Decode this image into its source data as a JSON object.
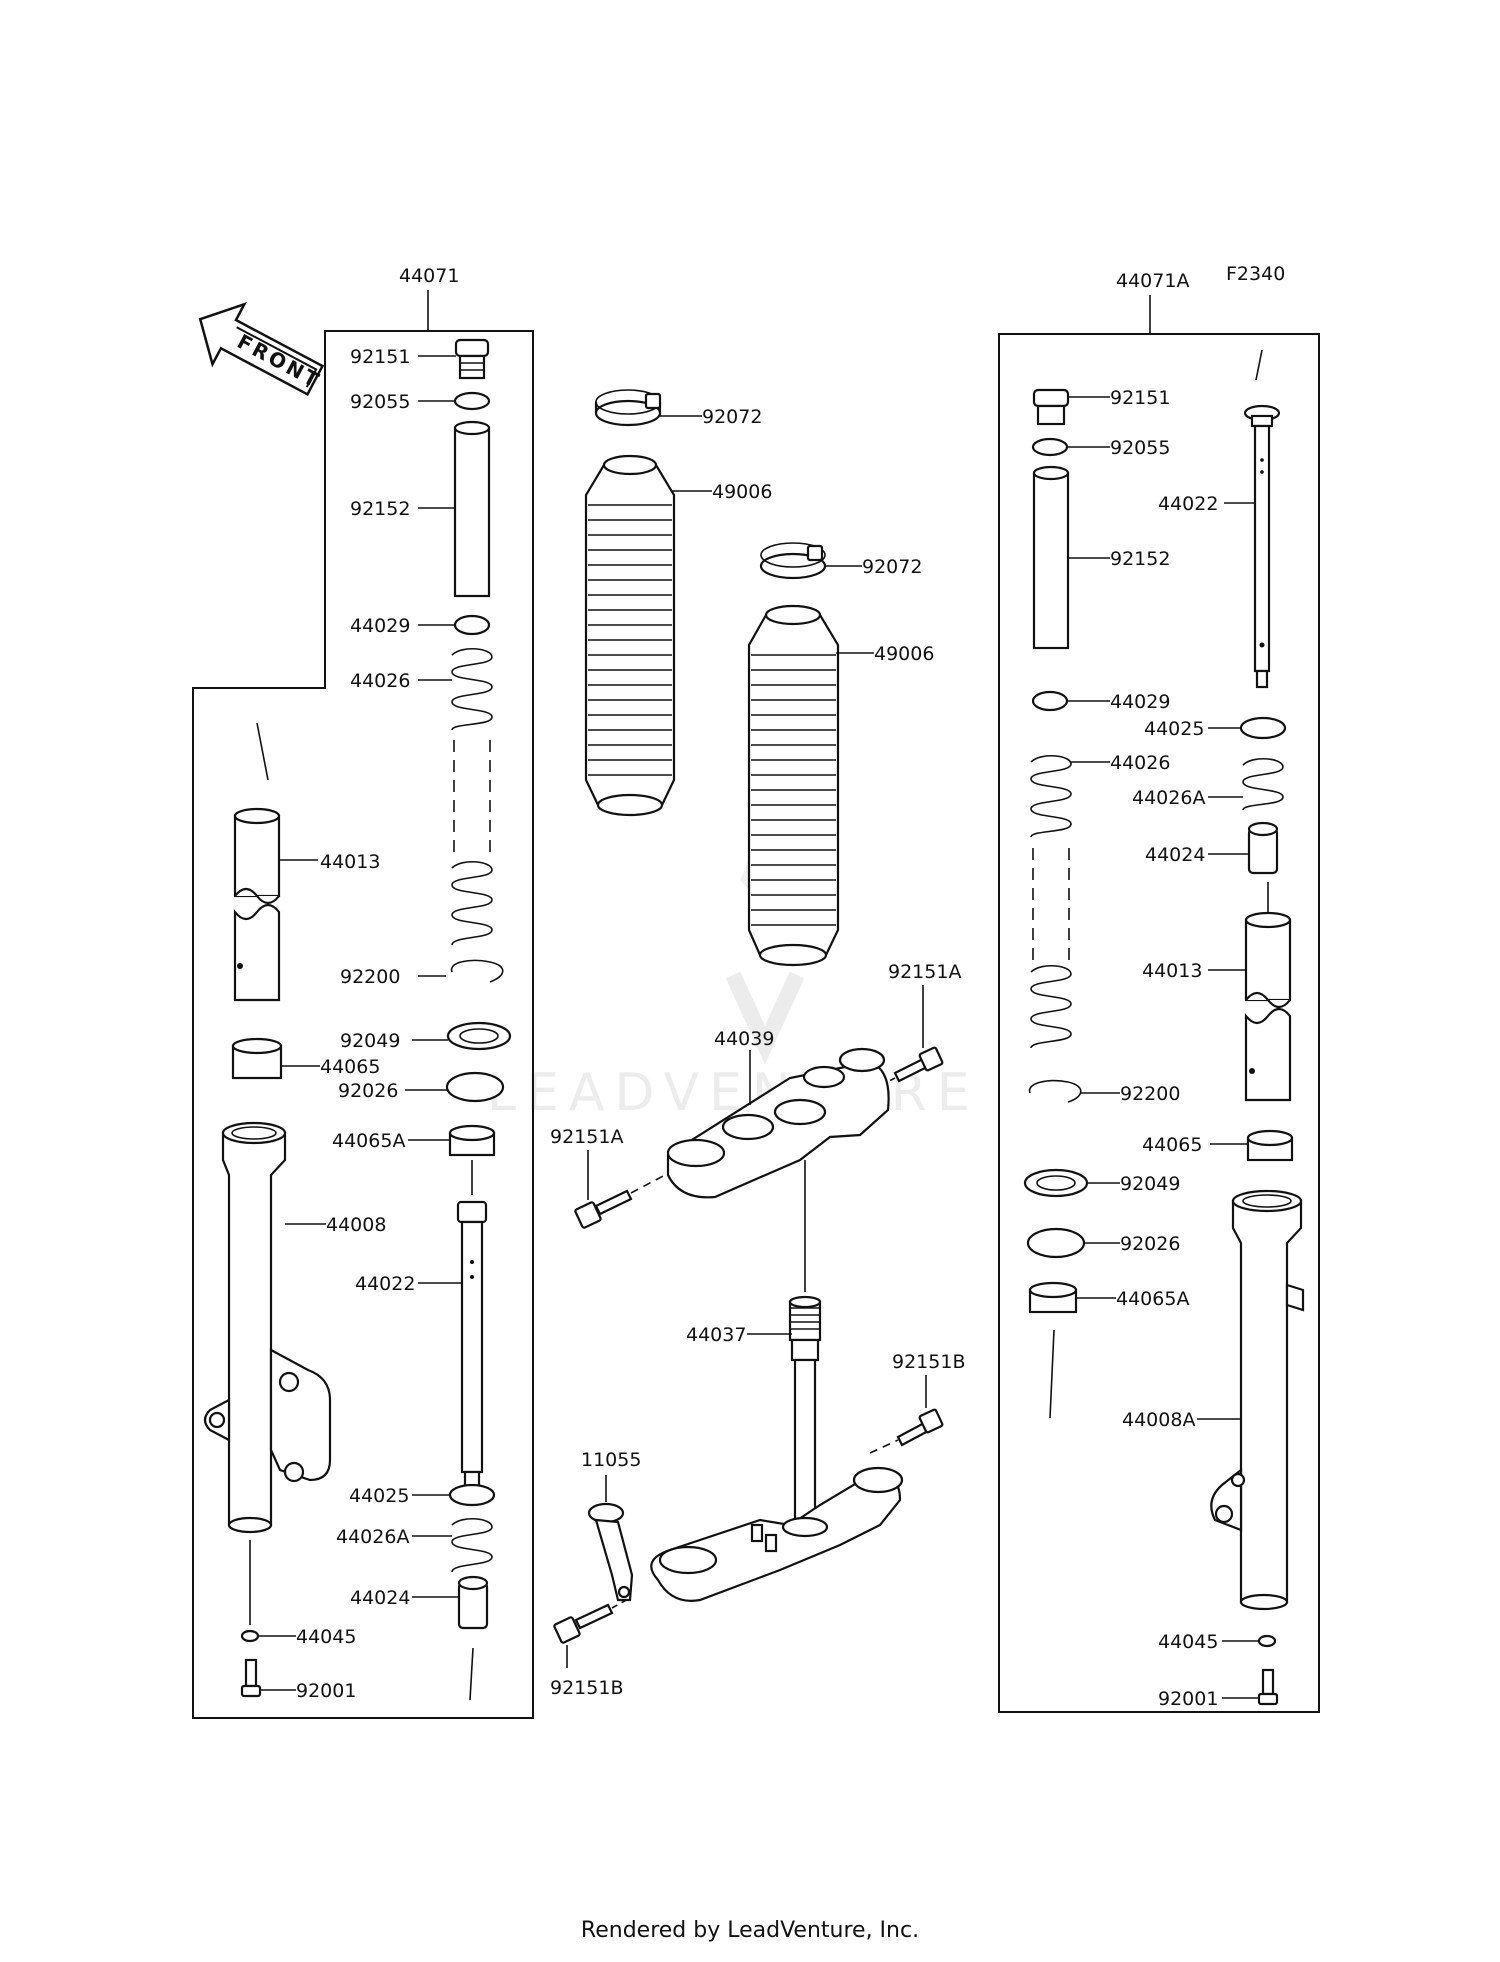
{
  "figure_code": "F2340",
  "front_arrow_label": "FRONT",
  "watermark": "LEADVENTURE",
  "footer": "Rendered by LeadVenture, Inc.",
  "assembly_left": "44071",
  "assembly_right": "44071A",
  "left": {
    "cap_bolt": "92151",
    "o_ring": "92055",
    "collar": "92152",
    "washer_top": "44029",
    "spring": "44026",
    "piston_ring": "44013",
    "circlip": "92200",
    "oil_seal": "92049",
    "guide_bushing": "44065",
    "washer_seal": "92026",
    "guide_bushing_a": "44065A",
    "outer_tube": "44008",
    "cylinder": "44022",
    "washer_bottom": "44025",
    "rebound_spring": "44026A",
    "oil_lock": "44024",
    "gasket": "44045",
    "bottom_bolt": "92001"
  },
  "center": {
    "boot_clamp_1": "92072",
    "boot_1": "49006",
    "boot_clamp_2": "92072",
    "boot_2": "49006",
    "upper_bolt": "92151A",
    "upper_bracket": "44039",
    "upper_bolt_left": "92151A",
    "stem": "44037",
    "lower_bolt": "92151B",
    "grommet": "11055",
    "lower_bolt_left": "92151B"
  },
  "right": {
    "cap_bolt": "92151",
    "o_ring": "92055",
    "cylinder": "44022",
    "collar": "92152",
    "washer_top": "44029",
    "washer_bottom": "44025",
    "spring": "44026",
    "rebound_spring": "44026A",
    "oil_lock": "44024",
    "piston_ring": "44013",
    "circlip": "92200",
    "guide_bushing": "44065",
    "oil_seal": "92049",
    "washer_seal": "92026",
    "guide_bushing_a": "44065A",
    "outer_tube": "44008A",
    "gasket": "44045",
    "bottom_bolt": "92001"
  }
}
